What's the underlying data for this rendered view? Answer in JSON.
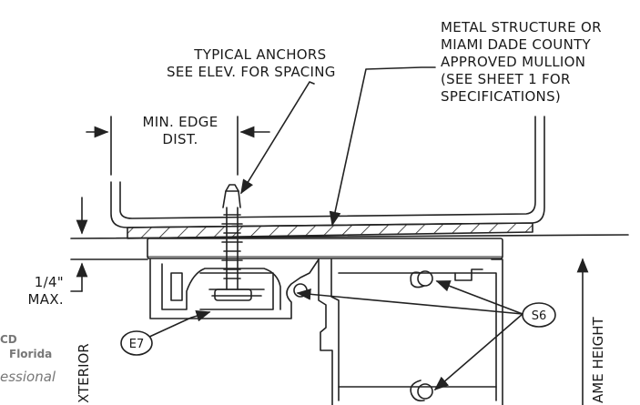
{
  "labels": {
    "anchors_line1": "TYPICAL ANCHORS",
    "anchors_line2": "SEE ELEV. FOR SPACING",
    "metal_line1": "METAL STRUCTURE OR",
    "metal_line2": "MIAMI DADE COUNTY",
    "metal_line3": "APPROVED MULLION",
    "metal_line4": "(SEE SHEET 1 FOR",
    "metal_line5": "SPECIFICATIONS)",
    "edge_line1": "MIN. EDGE",
    "edge_line2": "DIST.",
    "max_gap_line1": "1/4\"",
    "max_gap_line2": "MAX.",
    "exterior": "XTERIOR",
    "frame_height": "AME HEIGHT",
    "stamp_partial_1": "CD",
    "stamp_partial_2": "Florida",
    "stamp_partial_3": "essional"
  },
  "callouts": {
    "s6": "S6",
    "e7": "E7"
  }
}
